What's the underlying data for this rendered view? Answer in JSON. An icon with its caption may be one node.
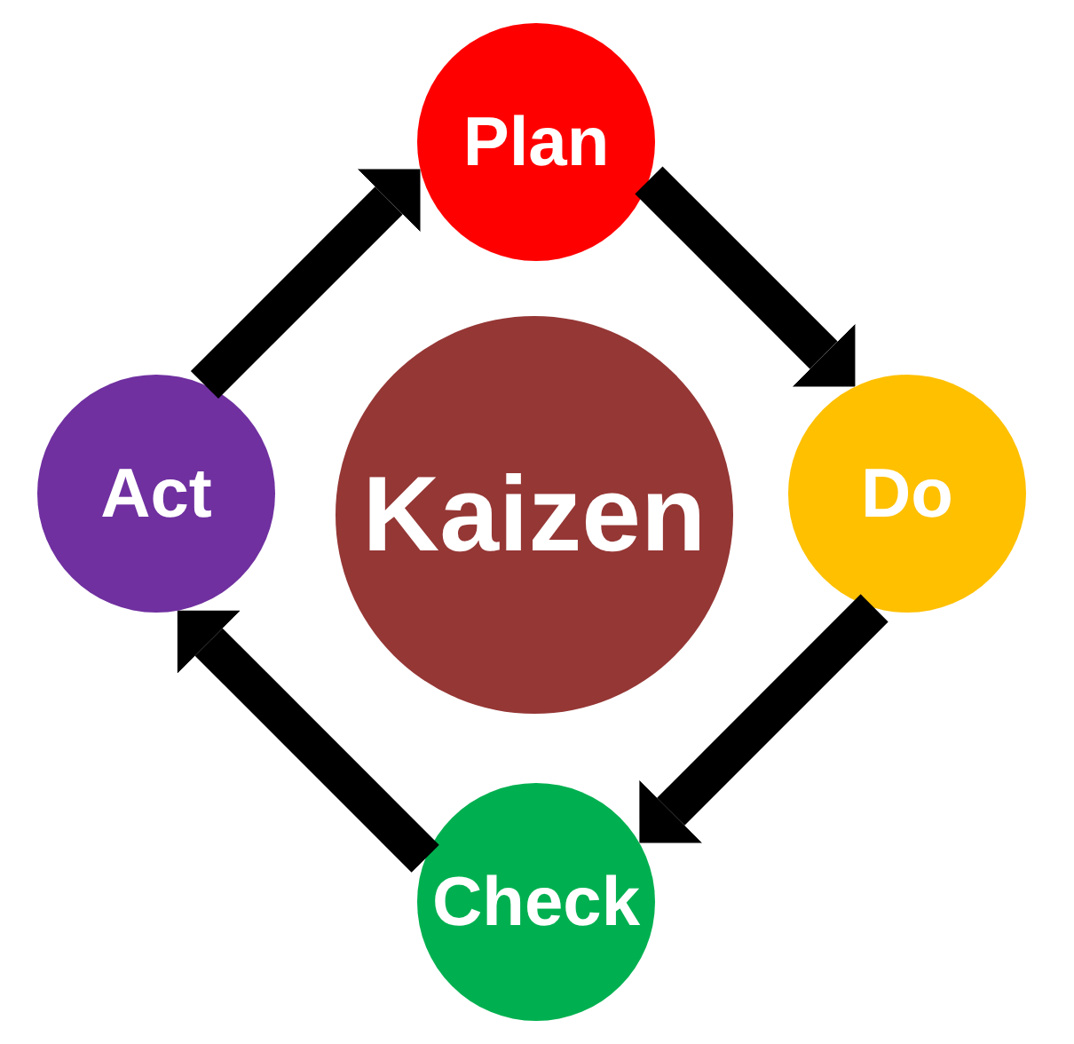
{
  "diagram": {
    "nodes": [
      {
        "text": [
          "Plan"
        ]
      },
      {
        "text": [
          "Act"
        ]
      },
      {
        "text": [
          "Kaizen"
        ]
      },
      {
        "text": [
          "Do"
        ]
      },
      {
        "text": [
          "Check"
        ]
      }
    ],
    "edges": [
      {
        "from": 0,
        "to": 3,
        "arrow": "to"
      },
      {
        "from": 3,
        "to": 4,
        "arrow": "to"
      },
      {
        "from": 4,
        "to": 1,
        "arrow": "to"
      },
      {
        "from": 1,
        "to": 0,
        "arrow": "to"
      }
    ]
  }
}
